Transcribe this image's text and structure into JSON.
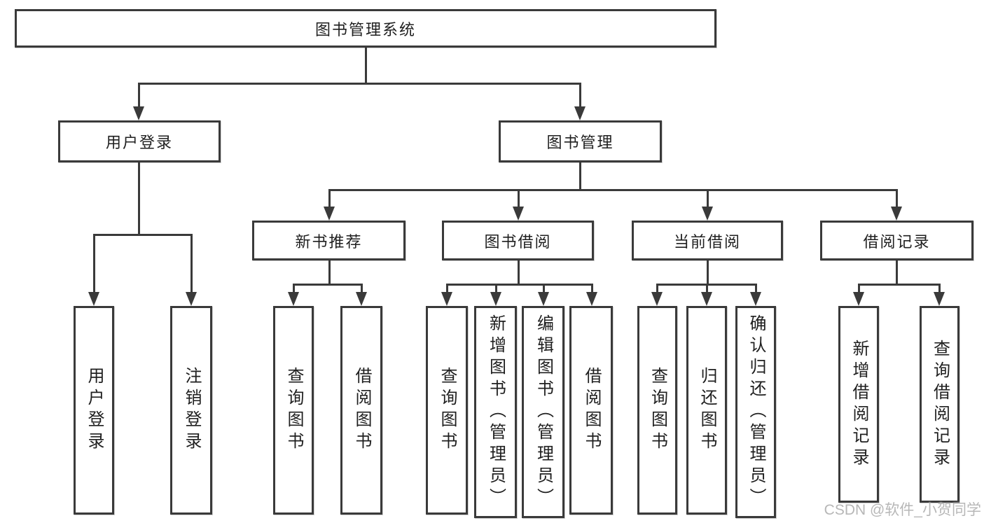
{
  "diagram": {
    "root": {
      "label": "图书管理系统"
    },
    "level2": [
      {
        "label": "用户登录"
      },
      {
        "label": "图书管理"
      }
    ],
    "level3": [
      {
        "label": "新书推荐"
      },
      {
        "label": "图书借阅"
      },
      {
        "label": "当前借阅"
      },
      {
        "label": "借阅记录"
      }
    ],
    "leaves": [
      {
        "label": "用户登录"
      },
      {
        "label": "注销登录"
      },
      {
        "label": "查询图书"
      },
      {
        "label": "借阅图书"
      },
      {
        "label": "查询图书"
      },
      {
        "label": "新增图书（管理员）"
      },
      {
        "label": "编辑图书（管理员）"
      },
      {
        "label": "借阅图书"
      },
      {
        "label": "查询图书"
      },
      {
        "label": "归还图书"
      },
      {
        "label": "确认归还（管理员）"
      },
      {
        "label": "新增借阅记录"
      },
      {
        "label": "查询借阅记录"
      }
    ],
    "watermark": "CSDN @软件_小贺同学",
    "colors": {
      "line": "#3a3a3a",
      "box_border": "#3a3a3a",
      "box_fill": "#ffffff",
      "text": "#1f1f1f",
      "watermark": "#ababab"
    }
  }
}
